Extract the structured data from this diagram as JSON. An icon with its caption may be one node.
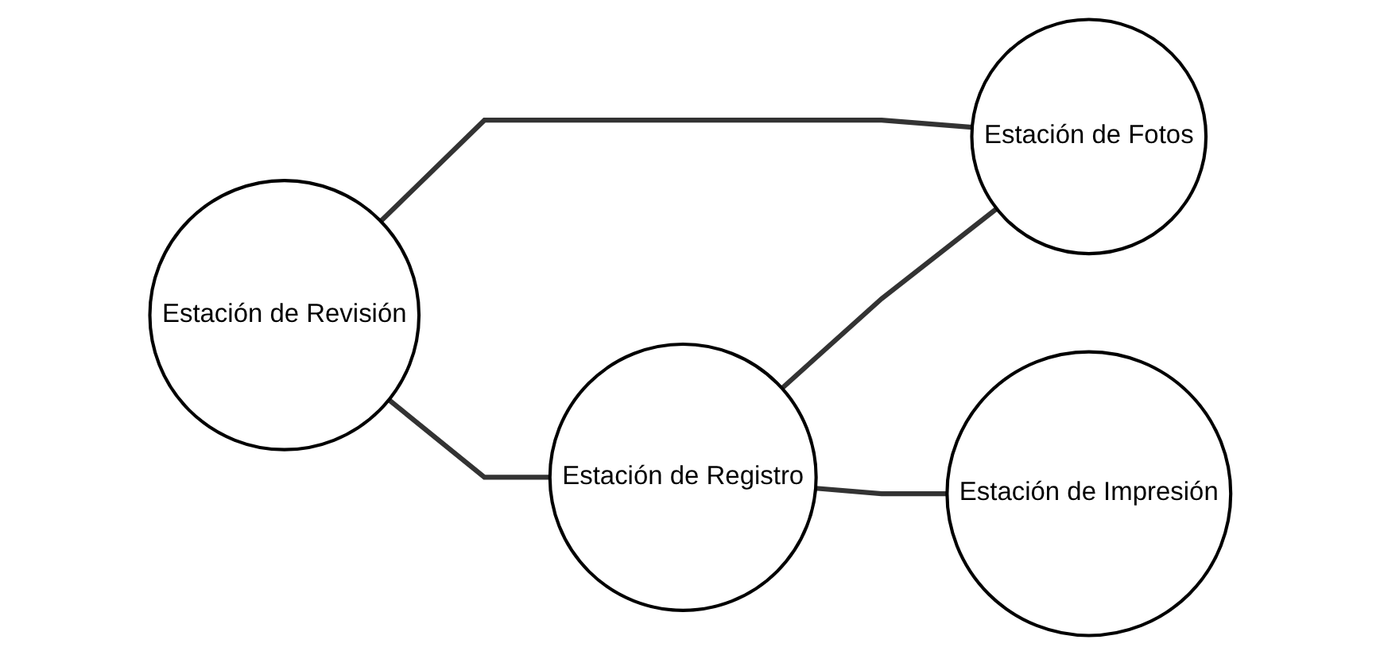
{
  "diagram": {
    "nodes": [
      {
        "text": [
          "Estación de Revisión"
        ]
      },
      {
        "text": [
          "Estación de Registro"
        ]
      },
      {
        "text": [
          "Estación de Impresión"
        ]
      },
      {
        "text": [
          "Estación de Fotos"
        ]
      }
    ],
    "edges": [
      {
        "from": 0,
        "to": 1,
        "arrow": "none"
      },
      {
        "from": 0,
        "to": 3,
        "arrow": "none"
      },
      {
        "from": 1,
        "to": 3,
        "arrow": "none"
      },
      {
        "from": 1,
        "to": 2,
        "arrow": "none"
      }
    ]
  }
}
